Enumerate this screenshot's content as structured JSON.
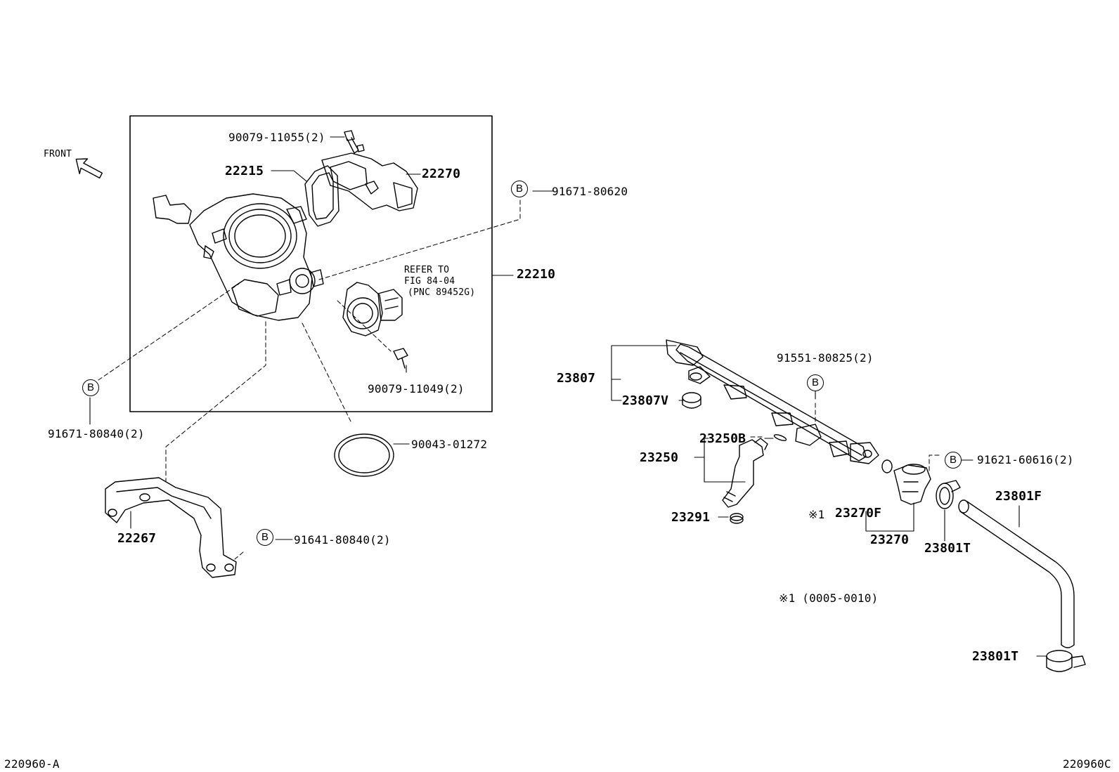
{
  "front_label": "FRONT",
  "parts": {
    "bolt_top": "90079-11055(2)",
    "gasket": "22215",
    "isc_valve": "22270",
    "throttle_body": "22210",
    "sensor_bolt": "90079-11049(2)",
    "oring": "90043-01272",
    "bracket": "22267",
    "bolt_b1": "91671-80620",
    "bolt_b2": "91671-80840(2)",
    "bolt_b3": "91641-80840(2)",
    "bolt_b4": "91551-80825(2)",
    "bolt_b5": "91621-60616(2)",
    "fuel_rail": "23807",
    "rail_insulator": "23807V",
    "injector": "23250",
    "injector_oring": "23250B",
    "injector_seal": "23291",
    "pulsation_damper": "23270",
    "damper_oring": "23270F",
    "hose": "23801F",
    "clamp_a": "23801T",
    "clamp_b": "23801T"
  },
  "refer_note": {
    "line1": "REFER TO",
    "line2": "FIG 84-04",
    "line3": "(PNC 89452G)"
  },
  "bubble_letter": "B",
  "note_mark": "※1",
  "footnote": "※1 (0005-0010)",
  "footer_left": "220960-A",
  "footer_right": "220960C"
}
